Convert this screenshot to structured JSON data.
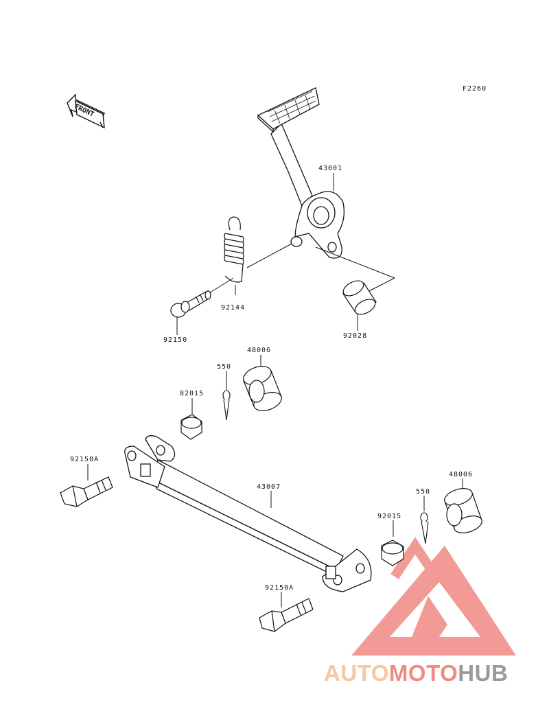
{
  "diagram": {
    "figure_code": "F2260",
    "front_label": "FRONT",
    "parts": {
      "p43001": "43001",
      "p92144": "92144",
      "p92150": "92150",
      "p92028": "92028",
      "p48006_a": "48006",
      "p550_a": "550",
      "p82015": "82015",
      "p92150A_a": "92150A",
      "p43007": "43007",
      "p48006_b": "48006",
      "p550_b": "550",
      "p92015": "92015",
      "p92150A_b": "92150A"
    }
  },
  "watermark": {
    "part1": "AUTO",
    "part2": "MOTO",
    "part3": "HUB",
    "colors": {
      "auto": "#f6c9a0",
      "moto": "#f08a84",
      "hub": "#9a9a9a",
      "logo": "#f08a84"
    }
  }
}
